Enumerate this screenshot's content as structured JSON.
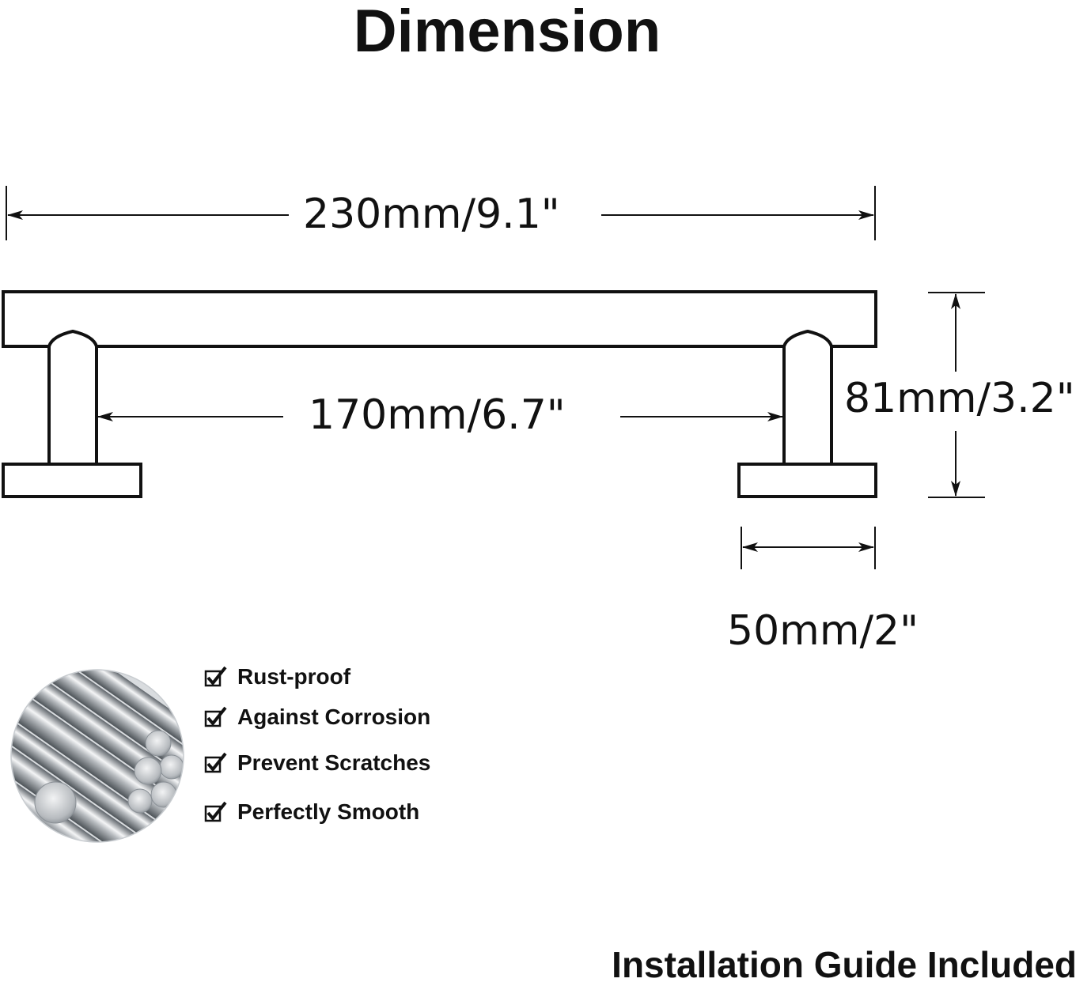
{
  "header": {
    "title": "Dimension"
  },
  "dimensions": {
    "overall_length": "230mm/9.1\"",
    "hole_center": "170mm/6.7\"",
    "height": "81mm/3.2\"",
    "base_length": "50mm/2\""
  },
  "features": [
    {
      "label": "Rust-proof"
    },
    {
      "label": "Against Corrosion"
    },
    {
      "label": "Prevent Scratches"
    },
    {
      "label": "Perfectly Smooth"
    }
  ],
  "footer": {
    "note": "Installation Guide Included"
  },
  "colors": {
    "line": "#111111",
    "steel_light": "#e6e8ea",
    "steel_dark": "#6f757b"
  },
  "icons": {
    "feature_bullet": "checkbox-check-icon",
    "material_image": "steel-rods-image"
  }
}
